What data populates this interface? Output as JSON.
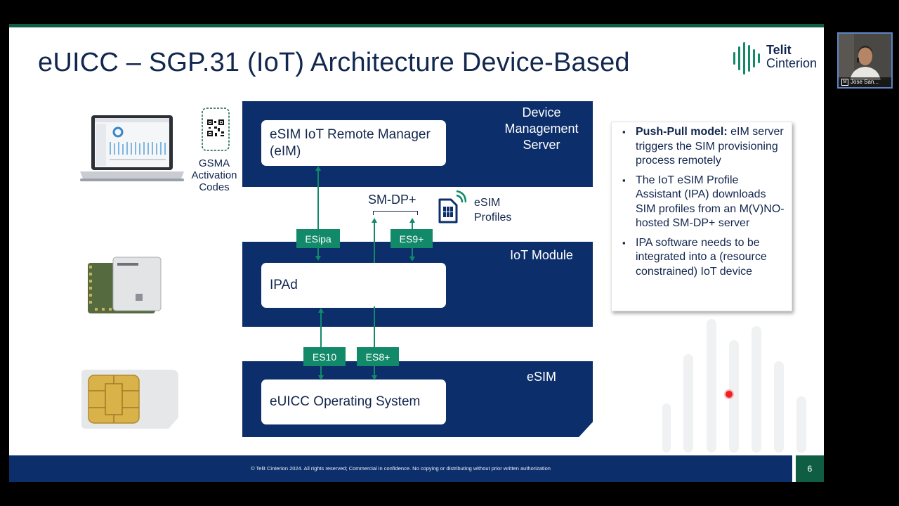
{
  "slide": {
    "title": "eUICC – SGP.31 (IoT) Architecture Device-Based",
    "logo": {
      "line1": "Telit",
      "line2": "Cinterion"
    },
    "activation_codes_label": "GSMA Activation Codes",
    "boxes": {
      "dms": {
        "label": "Device Management Server",
        "inner": "eSIM IoT Remote Manager (eIM)"
      },
      "module": {
        "label": "IoT Module",
        "inner": "IPAd"
      },
      "esim": {
        "label": "eSIM",
        "inner": "eUICC Operating System"
      }
    },
    "smdp_label": "SM-DP+",
    "profiles_label": "eSIM Profiles",
    "interfaces": {
      "esipa": "ESipa",
      "es9": "ES9+",
      "es10": "ES10",
      "es8": "ES8+"
    },
    "notes": {
      "bullet1_bold": "Push-Pull model:",
      "bullet1_rest": " eIM server triggers the SIM provisioning process remotely",
      "bullet2": "The IoT eSIM Profile Assistant (IPA) downloads SIM profiles from an M(V)NO-hosted SM-DP+ server",
      "bullet3": "IPA software needs to be integrated into a (resource constrained) IoT device"
    },
    "footer": "© Telit Cinterion 2024. All rights reserved;  Commercial in confidence. No copying or distributing without prior written authorization",
    "page_number": "6"
  },
  "webcam": {
    "name": "Jose San..."
  },
  "colors": {
    "navy": "#0c2f6b",
    "green": "#128a6a",
    "title": "#11274f",
    "dark_green": "#0f5e43"
  }
}
